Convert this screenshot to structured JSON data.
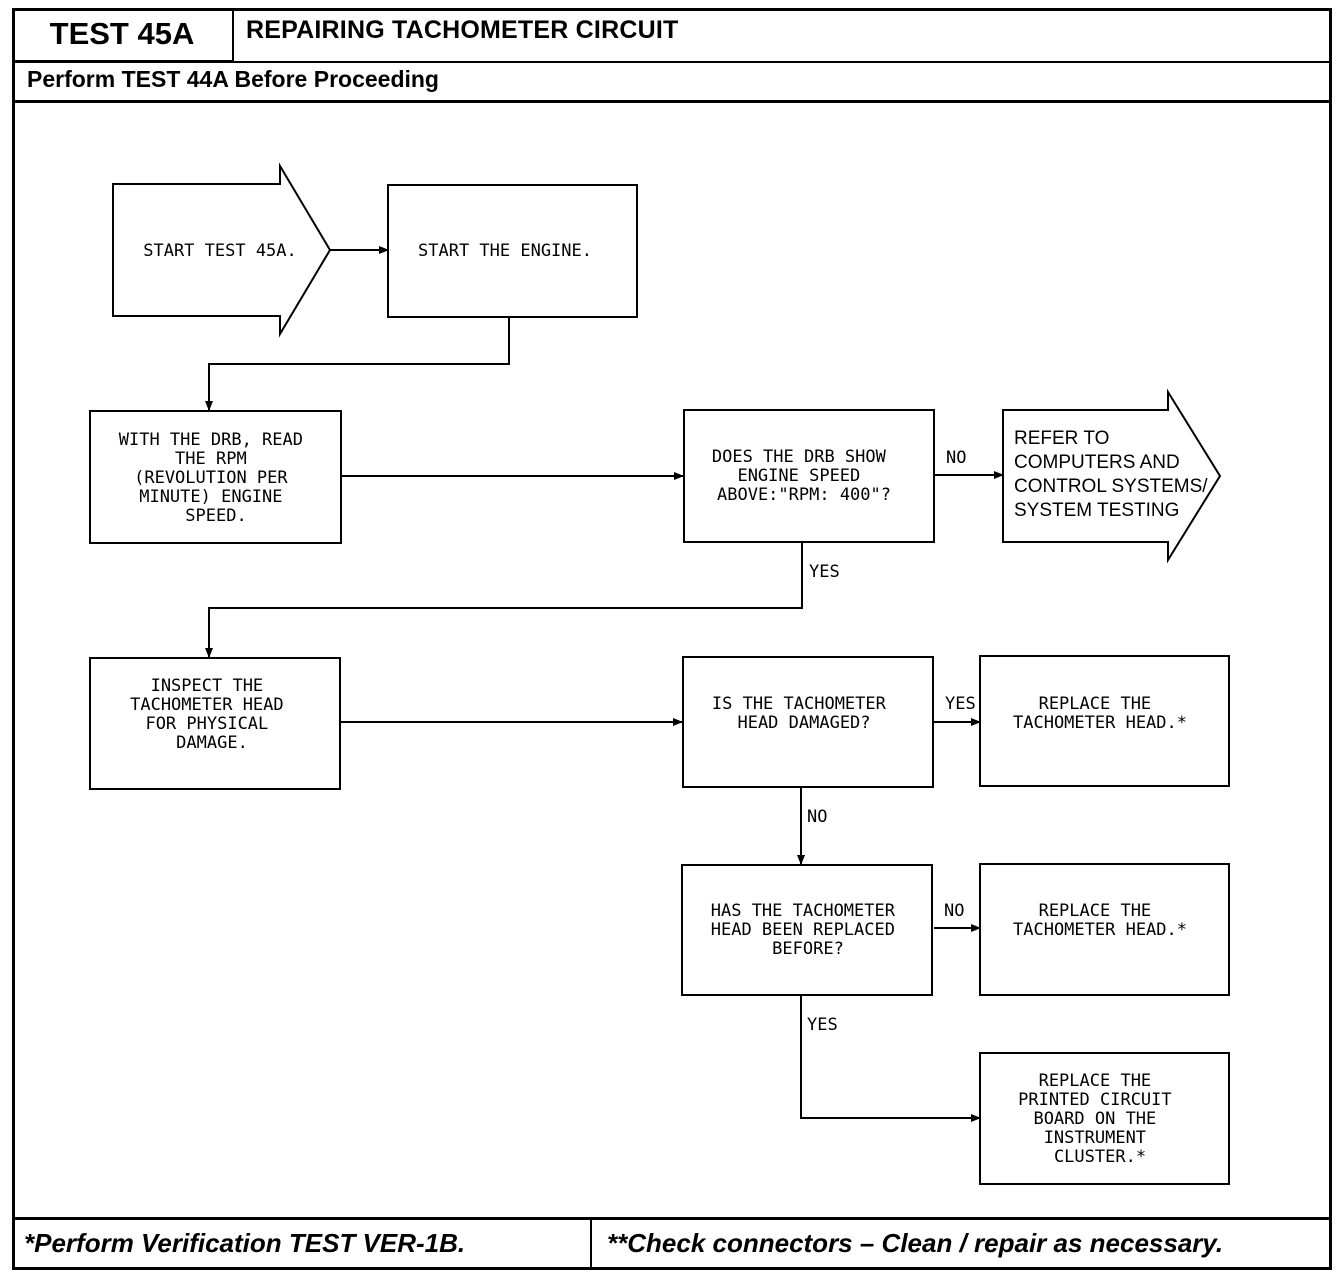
{
  "header": {
    "test_id": "TEST 45A",
    "title": "REPAIRING TACHOMETER CIRCUIT",
    "prerequisite": "Perform TEST 44A Before Proceeding"
  },
  "footer": {
    "left_note": "*Perform Verification TEST VER-1B.",
    "right_note": "**Check connectors – Clean / repair as necessary."
  },
  "nodes": {
    "start": [
      "START TEST 45A."
    ],
    "start_engine": [
      "START THE ENGINE."
    ],
    "read_rpm": [
      "WITH THE DRB, READ",
      "THE RPM",
      "(REVOLUTION PER",
      "MINUTE) ENGINE",
      "SPEED."
    ],
    "drb_question": [
      "DOES THE DRB SHOW",
      "ENGINE SPEED",
      "ABOVE:\"RPM: 400\"?"
    ],
    "refer": [
      "REFER TO",
      "COMPUTERS AND",
      "CONTROL SYSTEMS/",
      "SYSTEM TESTING"
    ],
    "inspect": [
      "INSPECT THE",
      "TACHOMETER HEAD",
      "FOR PHYSICAL",
      "DAMAGE."
    ],
    "damaged_question": [
      "IS THE TACHOMETER",
      "HEAD DAMAGED?"
    ],
    "replace_head_1": [
      "REPLACE THE",
      "TACHOMETER HEAD.*"
    ],
    "replaced_question": [
      "HAS THE TACHOMETER",
      "HEAD BEEN REPLACED",
      "BEFORE?"
    ],
    "replace_head_2": [
      "REPLACE THE",
      "TACHOMETER HEAD.*"
    ],
    "replace_board": [
      "REPLACE THE",
      "PRINTED CIRCUIT",
      "BOARD ON THE",
      "INSTRUMENT",
      "CLUSTER.*"
    ]
  },
  "edge_labels": {
    "drb_no": "NO",
    "drb_yes": "YES",
    "damaged_yes": "YES",
    "damaged_no": "NO",
    "replaced_no": "NO",
    "replaced_yes": "YES"
  }
}
